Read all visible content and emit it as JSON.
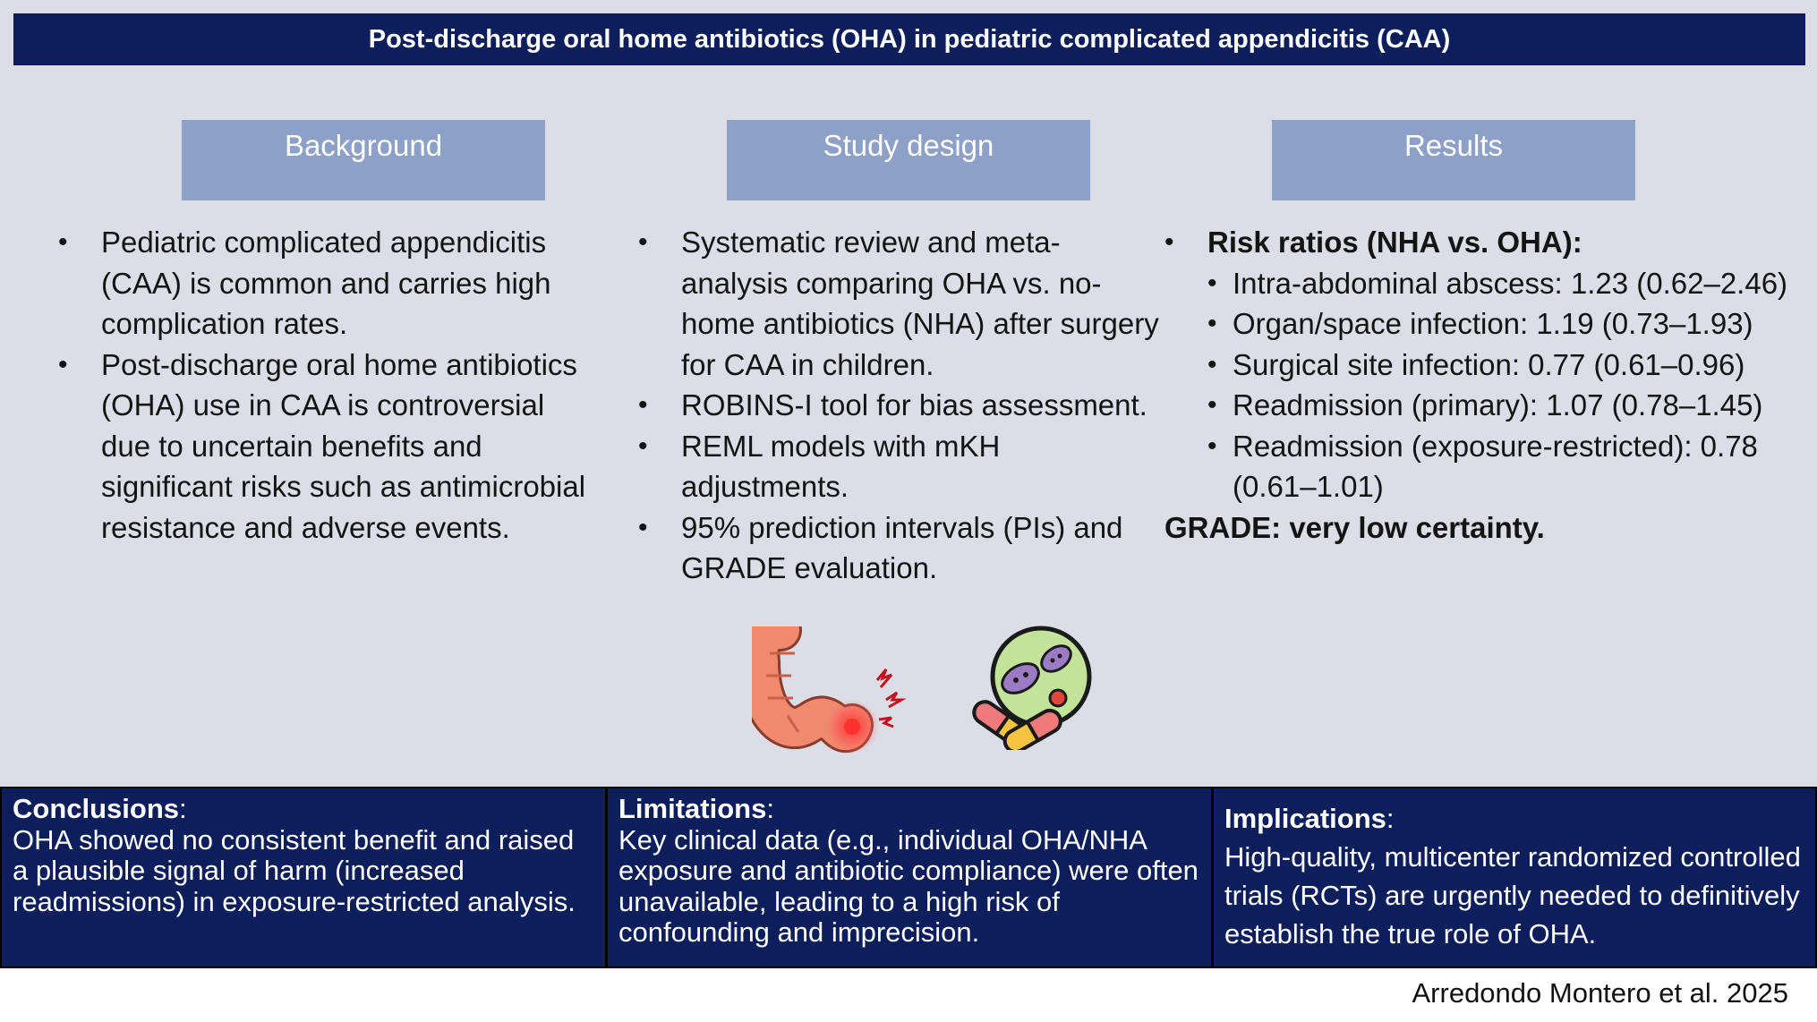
{
  "title": "Post-discharge oral home antibiotics (OHA) in pediatric complicated appendicitis (CAA)",
  "sections": {
    "background": {
      "label": "Background",
      "bullets": [
        "Pediatric complicated appendicitis (CAA) is common and carries high complication rates.",
        "Post-discharge oral home antibiotics (OHA) use in CAA is controversial due to uncertain benefits and significant risks such as antimicrobial resistance and adverse events."
      ]
    },
    "study_design": {
      "label": "Study design",
      "bullets": [
        "Systematic review and meta-analysis comparing OHA vs. no-home antibiotics (NHA) after surgery for CAA in children.",
        "ROBINS-I tool for bias assessment.",
        "REML models with mKH adjustments.",
        "95% prediction intervals (PIs) and GRADE evaluation."
      ]
    },
    "results": {
      "label": "Results",
      "heading": "Risk ratios (NHA vs. OHA):",
      "items": [
        "Intra-abdominal abscess: 1.23 (0.62–2.46)",
        "Organ/space infection: 1.19 (0.73–1.93)",
        "Surgical site infection: 0.77 (0.61–0.96)",
        "Readmission (primary): 1.07 (0.78–1.45)",
        "Readmission (exposure-restricted): 0.78 (0.61–1.01)"
      ],
      "grade": "GRADE: very low certainty."
    }
  },
  "bottom": {
    "conclusions": {
      "label": "Conclusions",
      "text": "OHA showed no consistent benefit and raised a plausible signal of harm (increased readmissions) in exposure-restricted analysis."
    },
    "limitations": {
      "label": "Limitations",
      "text": "Key clinical data (e.g., individual OHA/NHA exposure and antibiotic compliance) were often unavailable, leading to a high risk of confounding and imprecision."
    },
    "implications": {
      "label": "Implications",
      "text": "High-quality, multicenter randomized controlled trials (RCTs) are urgently needed to definitively establish the true role of OHA."
    }
  },
  "icons": {
    "colon": "inflamed-appendix-icon",
    "bacteria": "bacteria-pills-icon"
  },
  "colors": {
    "navy": "#0d1e5c",
    "header_box": "#8da0c8",
    "panel": "#dcdde7"
  },
  "citation": "Arredondo Montero et al. 2025"
}
